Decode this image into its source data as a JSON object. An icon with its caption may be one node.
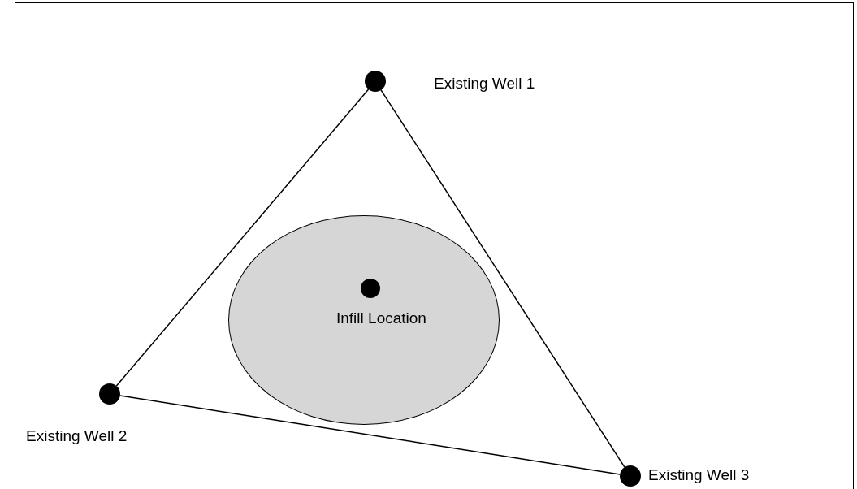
{
  "diagram": {
    "nodes": [
      {
        "text": [],
        "shape": "circle",
        "beside": [
          "Existing Well 1"
        ]
      },
      {
        "text": [],
        "shape": "circle"
      },
      {
        "text": [],
        "shape": "circle",
        "in": 1,
        "beside": [
          "Infill Location"
        ]
      },
      {
        "text": [],
        "shape": "circle",
        "beside": [
          "Existing Well 2"
        ]
      },
      {
        "text": [],
        "shape": "circle",
        "beside": [
          "Existing Well 3"
        ]
      }
    ],
    "edges": [
      {
        "from": 0,
        "to": 3,
        "arrow": "none"
      },
      {
        "from": 3,
        "to": 4,
        "arrow": "none"
      },
      {
        "from": 4,
        "to": 0,
        "arrow": "none"
      }
    ]
  }
}
